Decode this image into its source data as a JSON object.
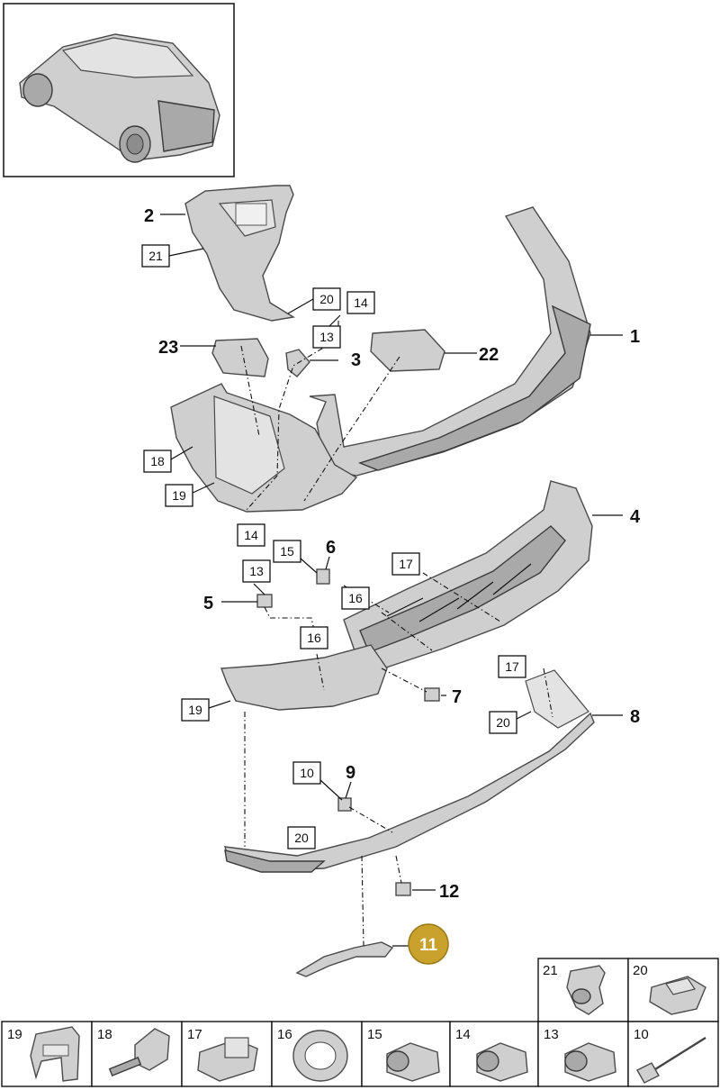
{
  "callouts": {
    "c1": "1",
    "c2": "2",
    "c3": "3",
    "c4": "4",
    "c5": "5",
    "c6": "6",
    "c7": "7",
    "c8": "8",
    "c9": "9",
    "c12": "12",
    "c22": "22",
    "c23": "23"
  },
  "boxed": {
    "b21_top": "21",
    "b20_top": "20",
    "b14_top": "14",
    "b13_top": "13",
    "b18": "18",
    "b19_top": "19",
    "b14_mid": "14",
    "b13_mid": "13",
    "b15": "15",
    "b16_a": "16",
    "b17_a": "17",
    "b16_b": "16",
    "b19_mid": "19",
    "b17_b": "17",
    "b20_mid": "20",
    "b10": "10",
    "b20_low": "20"
  },
  "highlight": {
    "label": "11",
    "color": "#c8a22c"
  },
  "legend": {
    "top_row": [
      {
        "num": "21"
      },
      {
        "num": "20"
      }
    ],
    "bottom_row": [
      {
        "num": "19"
      },
      {
        "num": "18"
      },
      {
        "num": "17"
      },
      {
        "num": "16"
      },
      {
        "num": "15"
      },
      {
        "num": "14"
      },
      {
        "num": "13"
      },
      {
        "num": "10"
      }
    ]
  }
}
